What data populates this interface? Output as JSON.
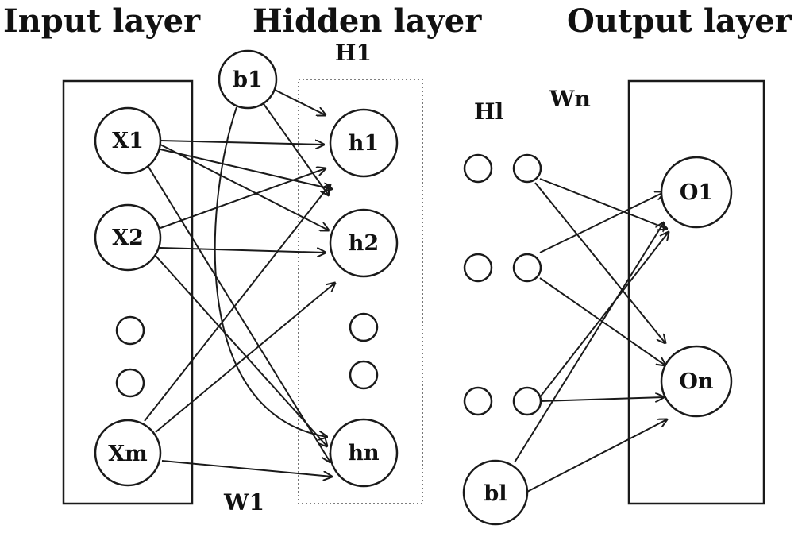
{
  "headings": {
    "input": "Input layer",
    "hidden": "Hidden layer",
    "output": "Output layer"
  },
  "labels": {
    "hidden_box": "H1",
    "hidden_group": "Hl",
    "weights_out": "Wn",
    "weights_in": "W1"
  },
  "nodes": {
    "x1": "X1",
    "x2": "X2",
    "xm": "Xm",
    "b1": "b1",
    "h1": "h1",
    "h2": "h2",
    "hn": "hn",
    "bl": "bl",
    "o1": "O1",
    "on": "On"
  },
  "colors": {
    "ink": "#1a1a1a",
    "background": "#ffffff"
  }
}
